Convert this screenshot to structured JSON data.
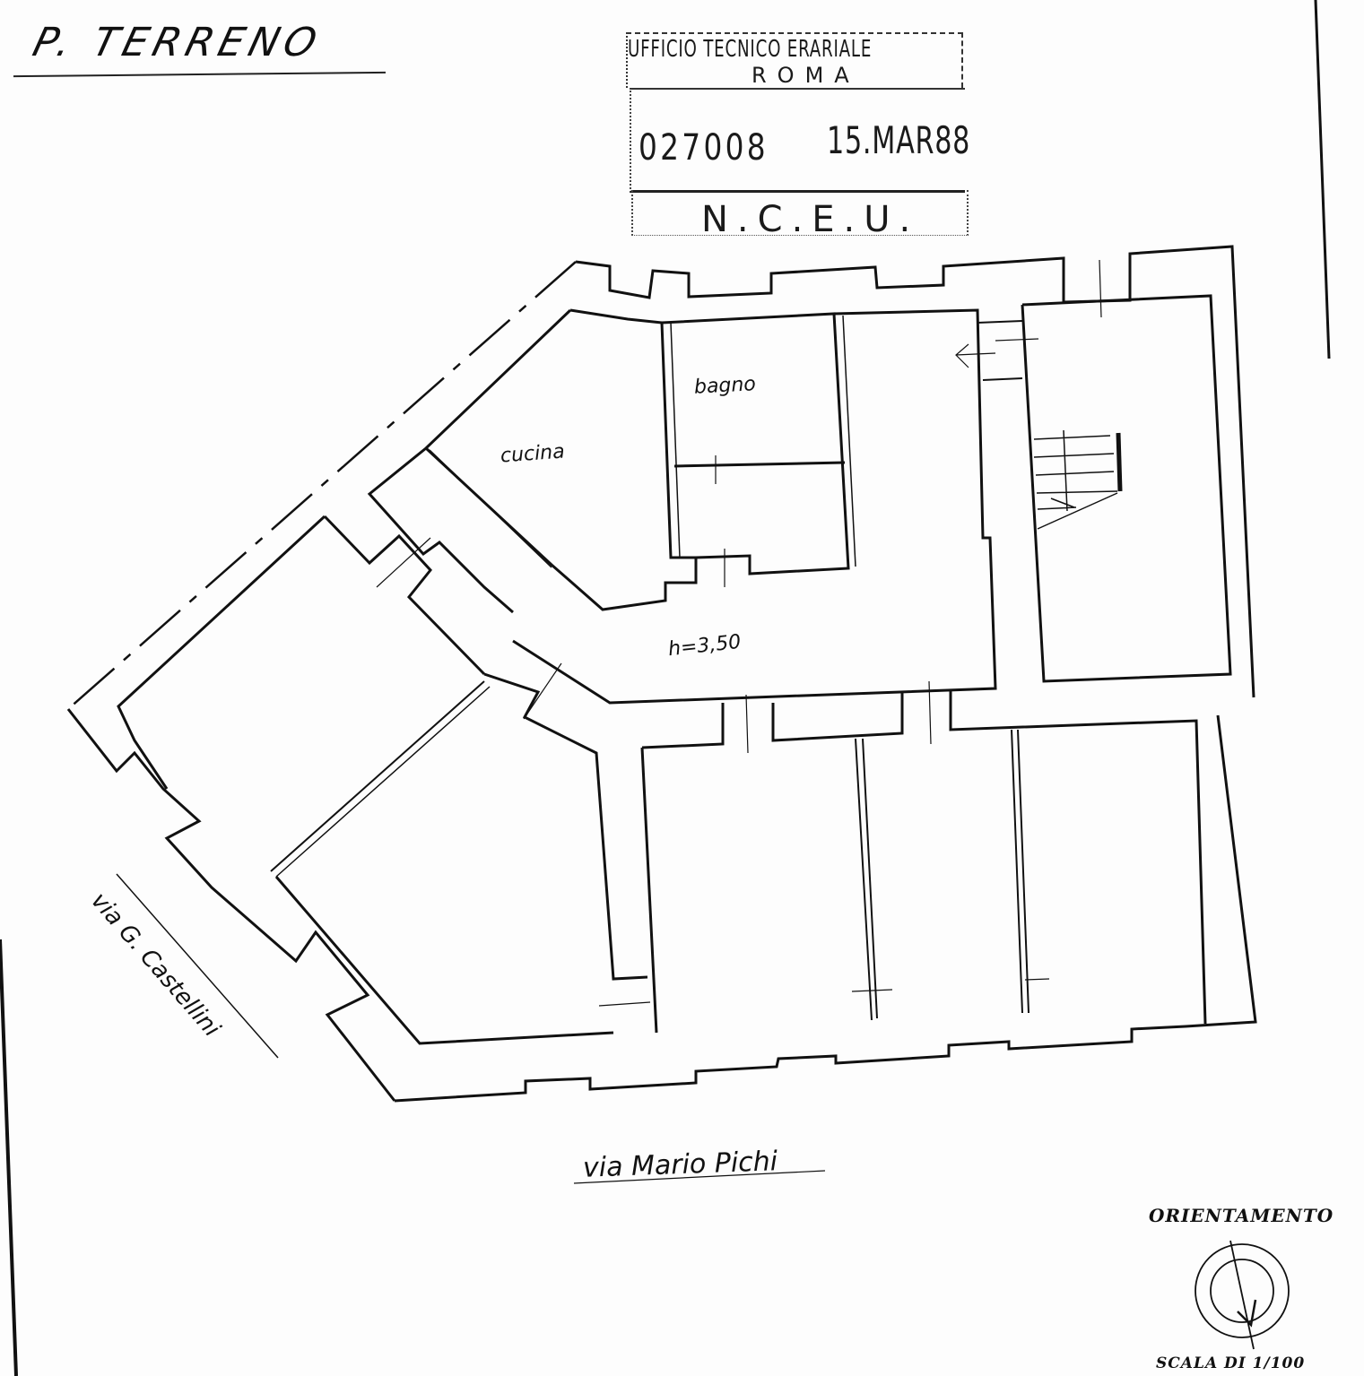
{
  "document": {
    "floor_title": "P. TERRENO",
    "stamp": {
      "office": "UFFICIO TECNICO ERARIALE",
      "city": "ROMA",
      "protocol_number": "027008",
      "date": "15.MAR88",
      "registry": "N.C.E.U."
    },
    "rooms": {
      "kitchen": "cucina",
      "bathroom": "bagno",
      "ceiling_height": "h=3,50"
    },
    "streets": {
      "bottom": "via Mario Pichi",
      "left": "via G. Castellini"
    },
    "orientation": {
      "label": "ORIENTAMENTO",
      "scale": "SCALA DI 1/100",
      "icon": "compass-north-arrow-icon"
    },
    "colors": {
      "ink": "#111111",
      "paper": "#fdfdfd"
    }
  }
}
